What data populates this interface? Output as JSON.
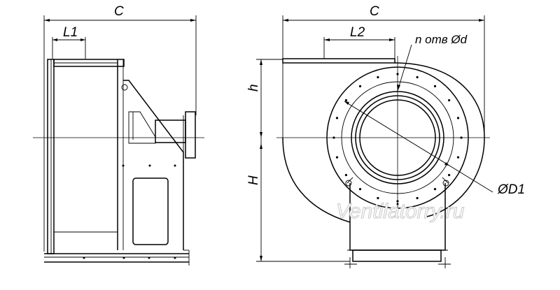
{
  "labels": {
    "side_width": "C",
    "side_flange": "L1",
    "front_width": "C",
    "front_flange": "L2",
    "holes": "n отв Ød",
    "shaft_height": "h",
    "total_height": "H",
    "inlet_diameter": "ØD1"
  },
  "watermark": "Ventilatorry.ru",
  "colors": {
    "line": "#000000",
    "background": "#ffffff",
    "watermark": "#c8c8c8"
  }
}
